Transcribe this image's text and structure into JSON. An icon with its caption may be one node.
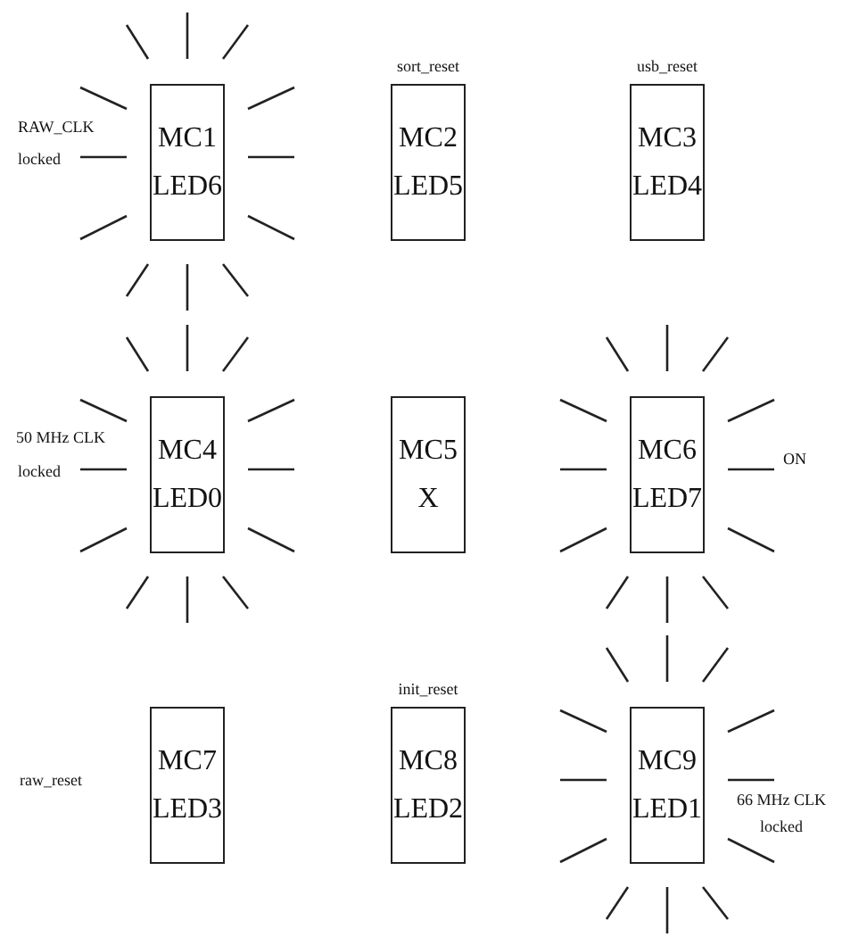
{
  "diagram": {
    "nodes": [
      {
        "text": [
          "MC1",
          "LED6"
        ],
        "beside": [
          "RAW_CLK",
          "locked"
        ]
      },
      {
        "text": [
          "MC2",
          "LED5"
        ],
        "beside": [
          "sort_reset"
        ]
      },
      {
        "text": [
          "MC3",
          "LED4"
        ],
        "beside": [
          "usb_reset"
        ]
      },
      {
        "text": [
          "MC4",
          "LED0"
        ],
        "beside": [
          "50 MHz CLK",
          "locked"
        ]
      },
      {
        "text": [
          "MC5",
          "X"
        ]
      },
      {
        "text": [
          "MC6",
          "LED7"
        ]
      },
      {
        "text": [
          "MC7",
          "LED3"
        ]
      },
      {
        "text": [
          "MC8",
          "LED2"
        ],
        "beside": [
          "init_reset"
        ]
      },
      {
        "text": [
          "MC9",
          "LED1"
        ],
        "beside": [
          "66 MHz CLK",
          "locked"
        ]
      }
    ],
    "labels": [
      "ON",
      "raw_reset"
    ]
  }
}
